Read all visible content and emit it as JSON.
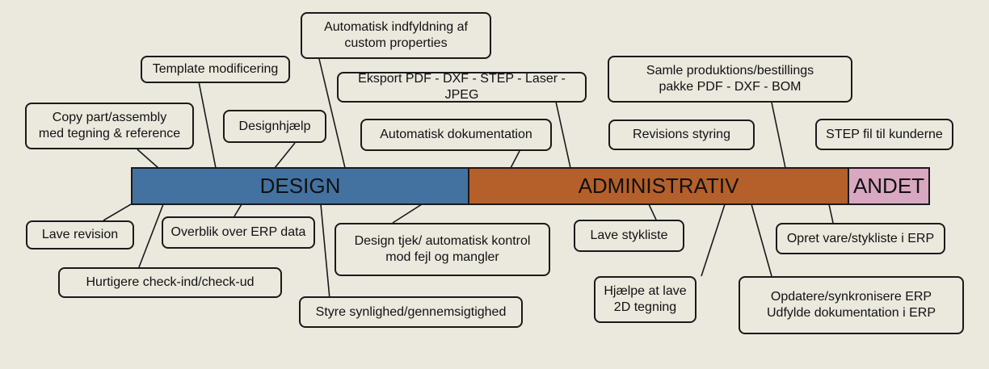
{
  "segments": {
    "design": "DESIGN",
    "administrativ": "ADMINISTRATIV",
    "andet": "ANDET"
  },
  "boxes": {
    "auto_udfyldning": "Automatisk indfyldning af\ncustom properties",
    "template": "Template modificering",
    "eksport": "Eksport PDF - DXF - STEP - Laser - JPEG",
    "samle": "Samle produktions/bestillings\npakke PDF - DXF - BOM",
    "copy_part": "Copy part/assembly\nmed tegning & reference",
    "designhjaelp": "Designhjælp",
    "auto_dok": "Automatisk dokumentation",
    "revisions": "Revisions styring",
    "step_fil": "STEP fil til kunderne",
    "lave_revision": "Lave revision",
    "overblik": "Overblik over ERP data",
    "design_tjek": "Design tjek/ automatisk kontrol\nmod fejl og mangler",
    "stykliste": "Lave stykliste",
    "opret_vare": "Opret vare/stykliste i ERP",
    "check_ind": "Hurtigere check-ind/check-ud",
    "styre": "Styre synlighed/gennemsigtighed",
    "hjaelpe_2d": "Hjælpe at lave\n2D tegning",
    "opdatere": "Opdatere/synkronisere ERP\nUdfylde dokumentation i ERP"
  }
}
